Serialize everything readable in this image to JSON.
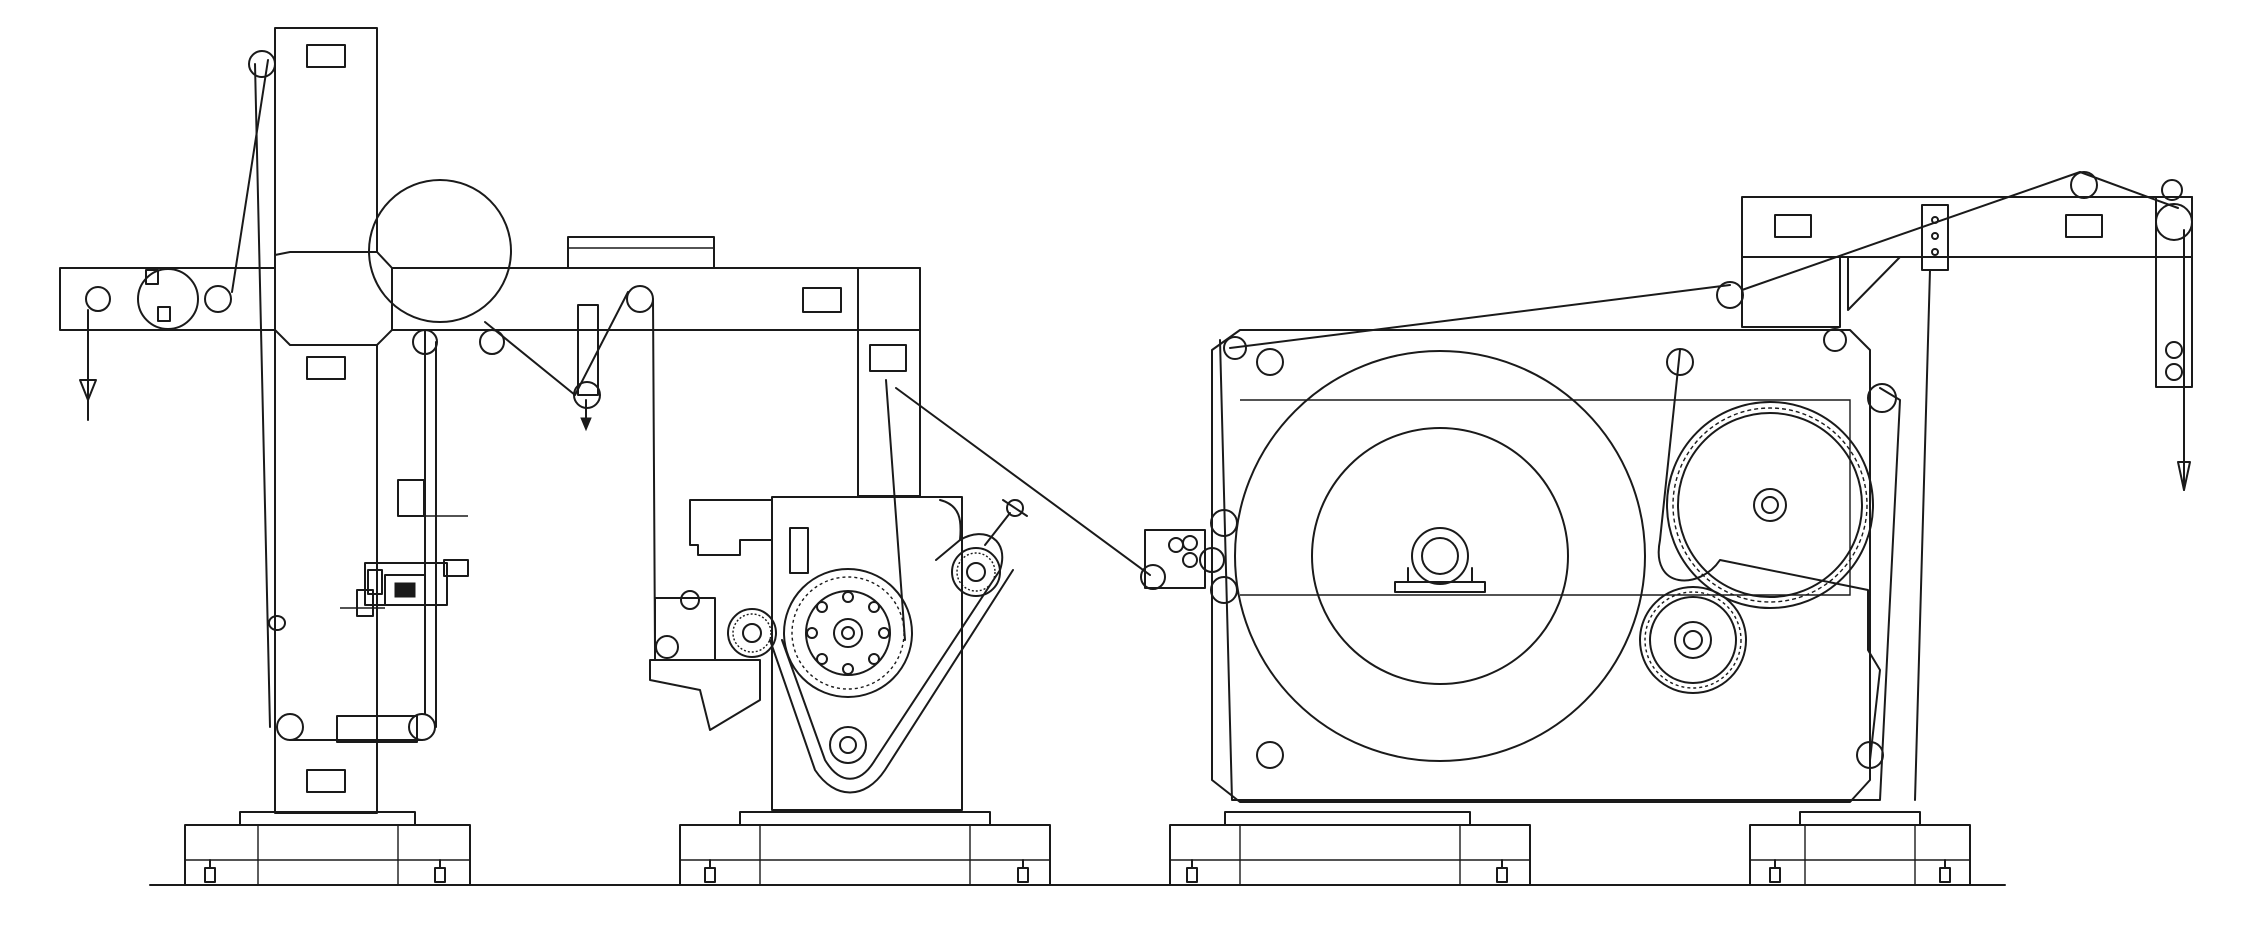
{
  "diagram": {
    "kind": "machine side elevation line drawing",
    "colors": {
      "line": "#1a1a1a",
      "background": "#ffffff"
    },
    "sections": [
      "left-unwind-stand",
      "center-cylinder-unit",
      "main-drum-unit",
      "right-winder-frame"
    ],
    "symbols": [
      "weight-arrow-icon",
      "gear-icon",
      "roller-icon",
      "anchor-bolt-icon"
    ]
  }
}
